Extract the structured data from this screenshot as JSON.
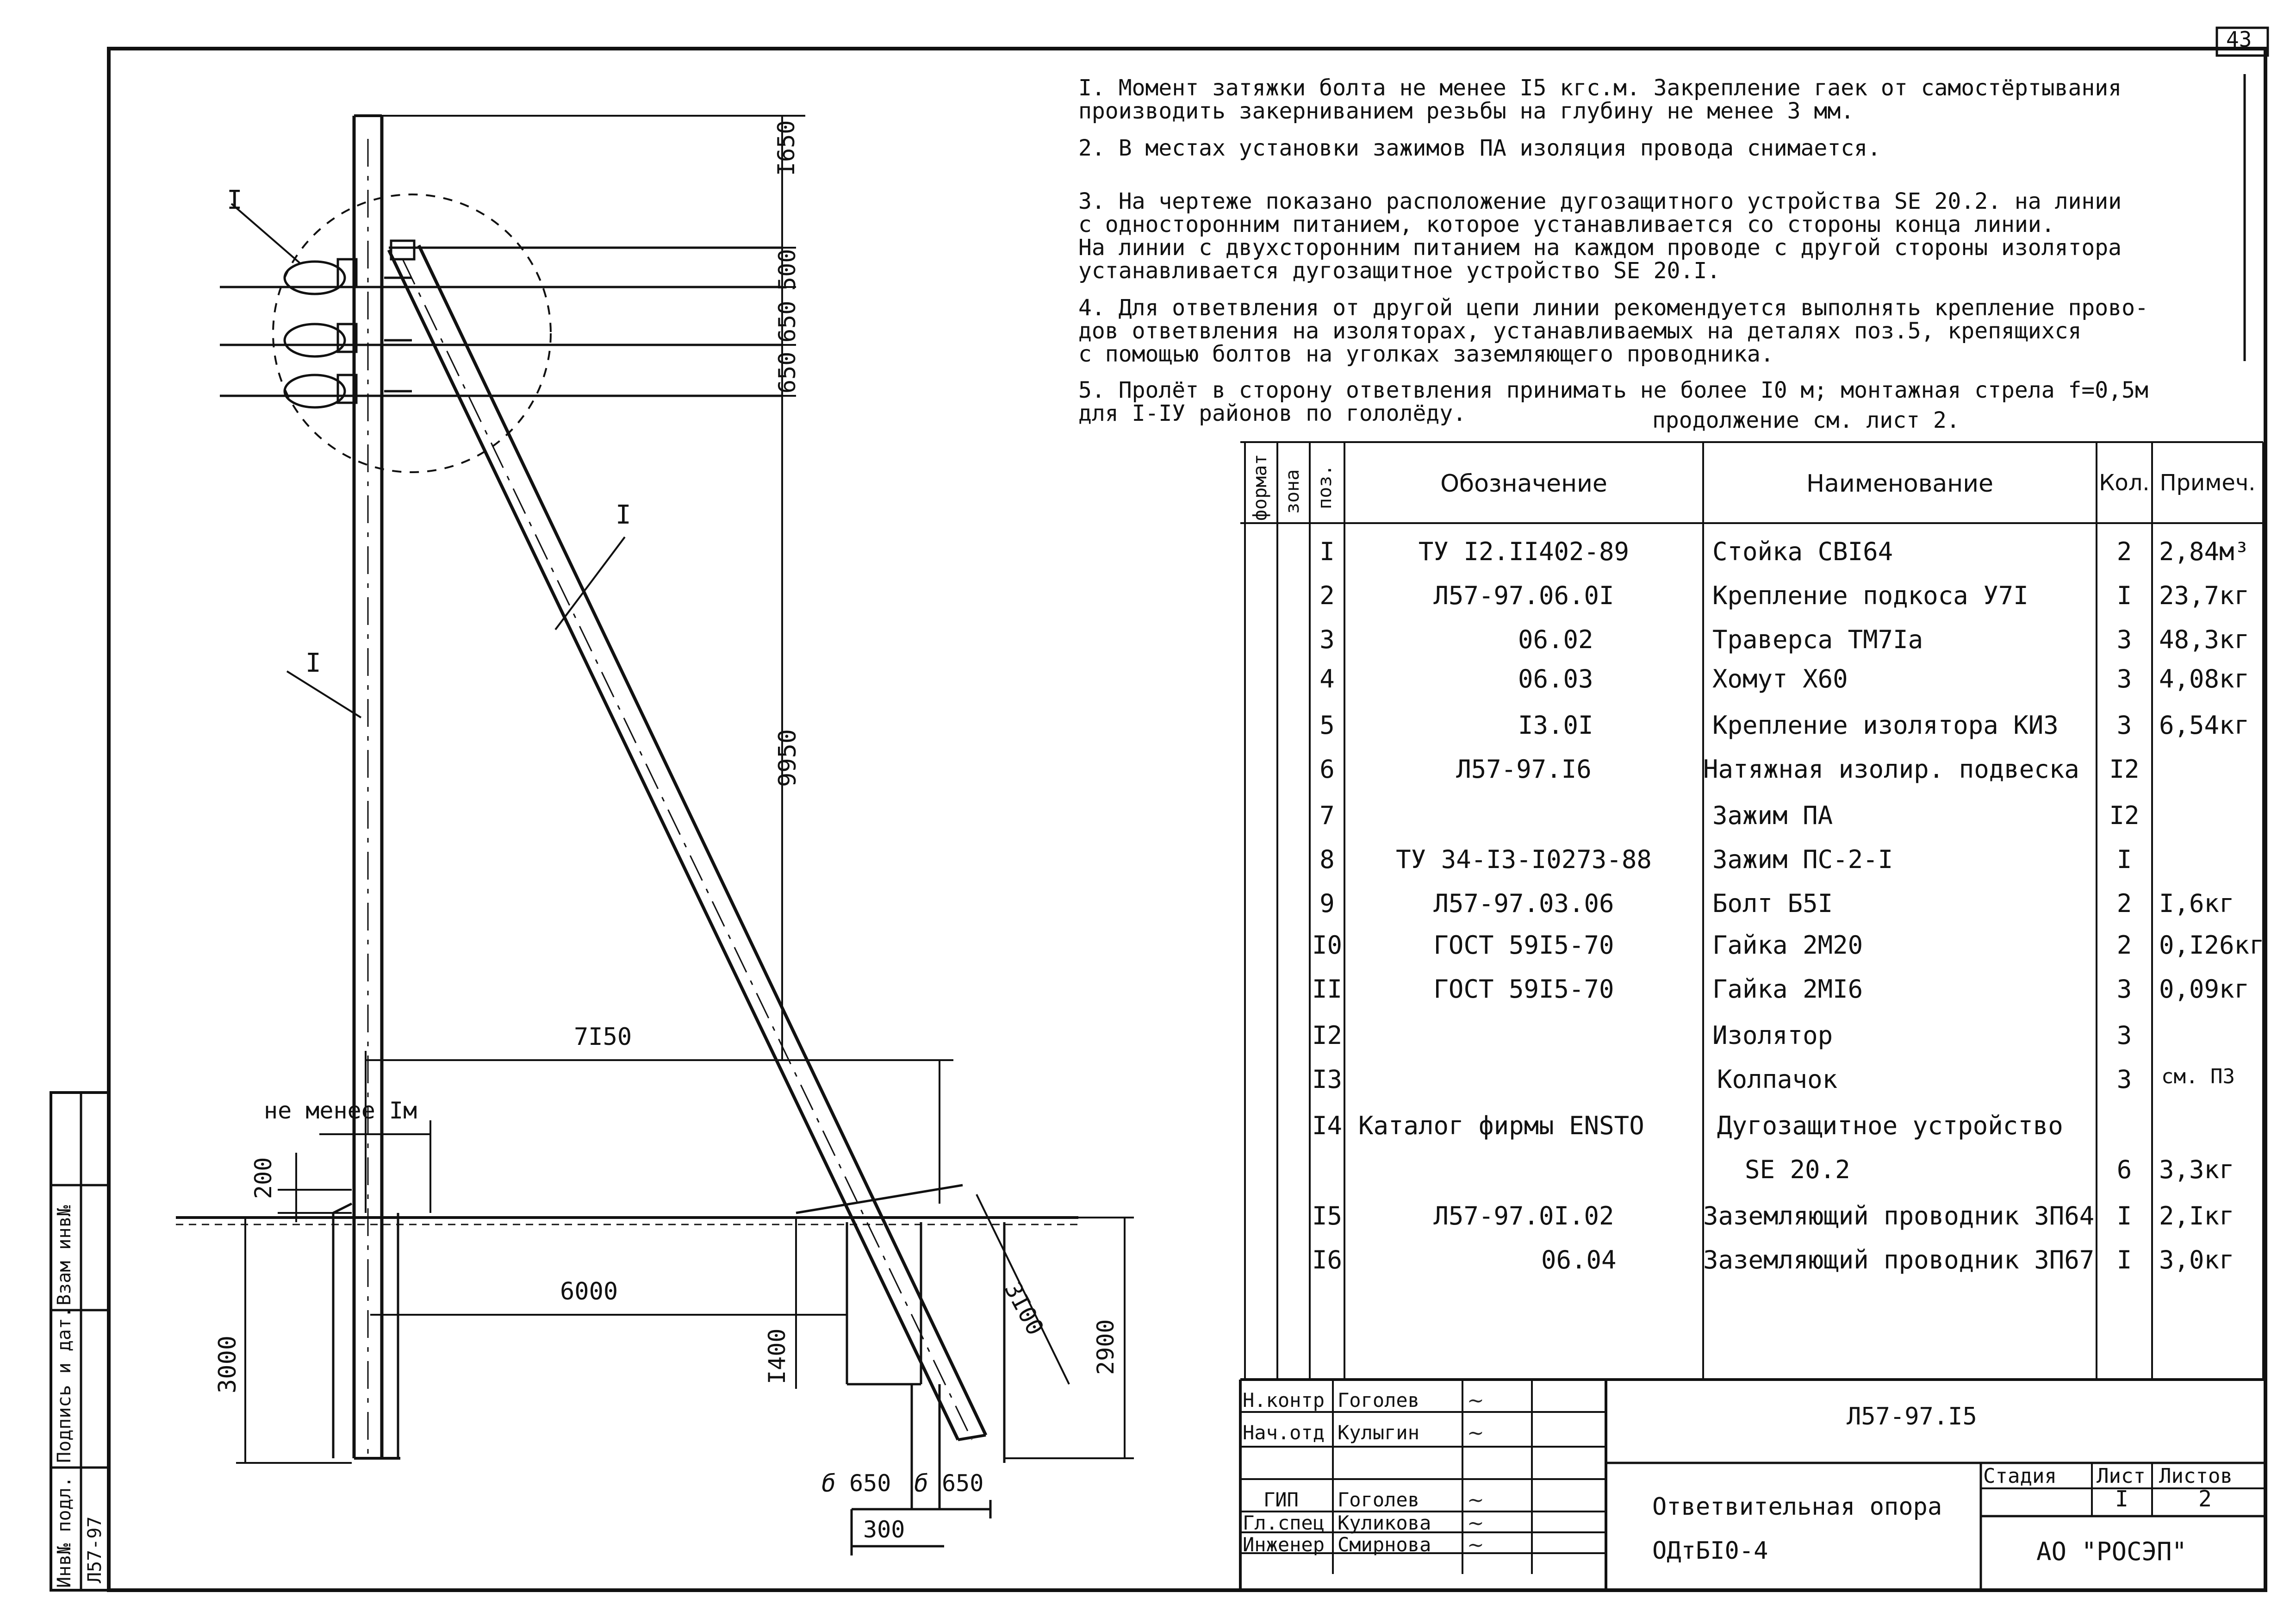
{
  "sheet_number": "43",
  "notes": [
    {
      "n": "I.",
      "text": "Момент затяжки болта не менее I5 кгс.м. Закрепление гаек от самостёртывания\nпроизводить закерниванием резьбы на глубину не менее 3 мм."
    },
    {
      "n": "2.",
      "text": "В местах установки зажимов ПА изоляция провода снимается."
    },
    {
      "n": "3.",
      "text": "На чертеже показано расположение дугозащитного устройства SE 20.2. на линии\nс односторонним питанием, которое устанавливается со стороны конца линии.\nНа линии с двухсторонним питанием на каждом проводе с другой стороны изолятора\nустанавливается дугозащитное устройство SE 20.I."
    },
    {
      "n": "4.",
      "text": "Для ответвления от другой цепи линии рекомендуется выполнять крепление прово-\nдов ответвления на изоляторах, устанавливаемых на деталях поз.5, крепящихся\nс помощью болтов на уголках заземляющего проводника."
    },
    {
      "n": "5.",
      "text": "Пролёт в сторону ответвления принимать не более I0 м; монтажная стрела f=0,5м\nдля I-IУ районов по гололёду."
    }
  ],
  "continuation": "продолжение см. лист 2.",
  "table": {
    "headers": {
      "format": "формат",
      "zone": "зона",
      "pos": "поз.",
      "designation": "Обозначение",
      "name": "Наименование",
      "qty": "Кол.",
      "note": "Примеч."
    },
    "rows": [
      {
        "pos": "I",
        "designation": "ТУ I2.II402-89",
        "name": "Стойка СВI64",
        "qty": "2",
        "note": "2,84м³"
      },
      {
        "pos": "2",
        "designation": "Л57-97.06.0I",
        "name": "Крепление подкоса У7I",
        "qty": "I",
        "note": "23,7кг"
      },
      {
        "pos": "3",
        "designation": "06.02",
        "name": "Траверса ТМ7Iа",
        "qty": "3",
        "note": "48,3кг"
      },
      {
        "pos": "4",
        "designation": "06.03",
        "name": "Хомут Х60",
        "qty": "3",
        "note": "4,08кг"
      },
      {
        "pos": "5",
        "designation": "I3.0I",
        "name": "Крепление изолятора КИЗ",
        "qty": "3",
        "note": "6,54кг"
      },
      {
        "pos": "6",
        "designation": "Л57-97.I6",
        "name": "Натяжная изолир. подвеска",
        "qty": "I2",
        "note": ""
      },
      {
        "pos": "7",
        "designation": "",
        "name": "Зажим ПА",
        "qty": "I2",
        "note": ""
      },
      {
        "pos": "8",
        "designation": "ТУ 34-I3-I0273-88",
        "name": "Зажим ПС-2-I",
        "qty": "I",
        "note": ""
      },
      {
        "pos": "9",
        "designation": "Л57-97.03.06",
        "name": "Болт Б5I",
        "qty": "2",
        "note": "I,6кг"
      },
      {
        "pos": "I0",
        "designation": "ГОСТ 59I5-70",
        "name": "Гайка 2М20",
        "qty": "2",
        "note": "0,I26кг"
      },
      {
        "pos": "II",
        "designation": "ГОСТ 59I5-70",
        "name": "Гайка 2МI6",
        "qty": "3",
        "note": "0,09кг"
      },
      {
        "pos": "I2",
        "designation": "",
        "name": "Изолятор",
        "qty": "3",
        "note": ""
      },
      {
        "pos": "I3",
        "designation": "",
        "name": "Колпачок",
        "qty": "3",
        "note": "см. ПЗ"
      },
      {
        "pos": "I4",
        "designation": "Каталог фирмы ENSTO",
        "name": "Дугозащитное устройство",
        "qty": "",
        "note": ""
      },
      {
        "pos": "",
        "designation": "",
        "name": "SE 20.2",
        "qty": "6",
        "note": "3,3кг"
      },
      {
        "pos": "I5",
        "designation": "Л57-97.0I.02",
        "name": "Заземляющий проводник ЗП64",
        "qty": "I",
        "note": "2,Iкг"
      },
      {
        "pos": "I6",
        "designation": "06.04",
        "name": "Заземляющий проводник ЗП67",
        "qty": "I",
        "note": "3,0кг"
      },
      {
        "pos": "",
        "designation": "",
        "name": "",
        "qty": "",
        "note": ""
      },
      {
        "pos": "",
        "designation": "",
        "name": "",
        "qty": "",
        "note": ""
      }
    ]
  },
  "title_block": {
    "doc_code": "Л57-97.I5",
    "title_line1": "Ответвительная опора",
    "title_line2": "ОДтБI0-4",
    "stage_label": "Стадия",
    "sheet_label": "Лист",
    "sheets_label": "Листов",
    "sheet_value": "I",
    "sheets_value": "2",
    "company": "АО \"РОСЭП\"",
    "roles": [
      {
        "role": "Н.контр",
        "name": "Гоголев"
      },
      {
        "role": "Нач.отд",
        "name": "Кулыгин"
      },
      {
        "role": "",
        "name": ""
      },
      {
        "role": "ГИП",
        "name": "Гоголев"
      },
      {
        "role": "Гл.спец",
        "name": "Куликова"
      },
      {
        "role": "Инженер",
        "name": "Смирнова"
      }
    ]
  },
  "side_stamp": {
    "inv_orig": "Инв№ подл.",
    "signature_date": "Подпись и дат.",
    "replaces_inv": "Взам инв№",
    "doc_ref": "Л57-97"
  },
  "drawing": {
    "dims": {
      "d1650": "I650",
      "d500": "500",
      "d650a": "650",
      "d650b": "650",
      "d9950": "9950",
      "d7150": "7I50",
      "d_not_less": "не менее Iм",
      "d200": "200",
      "d6000": "6000",
      "d3000": "3000",
      "d1400": "I400",
      "d2900": "2900",
      "d3100": "3I00",
      "d650c": "650",
      "d650d": "650",
      "d300": "300",
      "b1": "б",
      "b2": "б"
    },
    "labels": {
      "callout_top": "I",
      "callout_pole": "I",
      "callout_brace": "I"
    }
  }
}
